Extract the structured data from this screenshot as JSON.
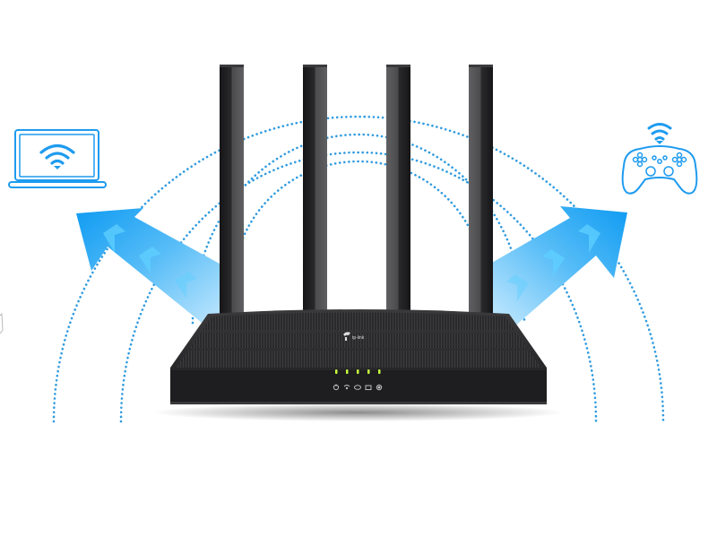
{
  "scene": {
    "description": "Wireless router with four antennas broadcasting signal to a laptop and a game controller",
    "background": "#ffffff"
  },
  "colors": {
    "signal_arc": "#2f9be0",
    "icon_outline": "#1e9bef",
    "arrow_dark": "#0f9bf2",
    "arrow_light": "#d4efff",
    "arrow_chevron": "#5fd0ff",
    "router_body": "#1e1e20",
    "router_panel": "#2a2a2c",
    "antenna_dark": "#1c1c1e",
    "antenna_light": "#5a5a5c",
    "led_green": "#c8ff3c"
  },
  "router": {
    "brand_logo": "tp-link",
    "antenna_count": 4,
    "led_count": 5,
    "status_icons": [
      "power-icon",
      "wifi-2g-icon",
      "wifi-5g-icon",
      "ethernet-icon",
      "internet-icon"
    ]
  },
  "devices": {
    "left": {
      "type": "laptop",
      "icon": "laptop-wifi-icon"
    },
    "right": {
      "type": "game-controller",
      "icon": "gamepad-wifi-icon"
    }
  },
  "arrows": [
    {
      "direction": "up-left",
      "target": "laptop"
    },
    {
      "direction": "up-right",
      "target": "game-controller"
    }
  ]
}
